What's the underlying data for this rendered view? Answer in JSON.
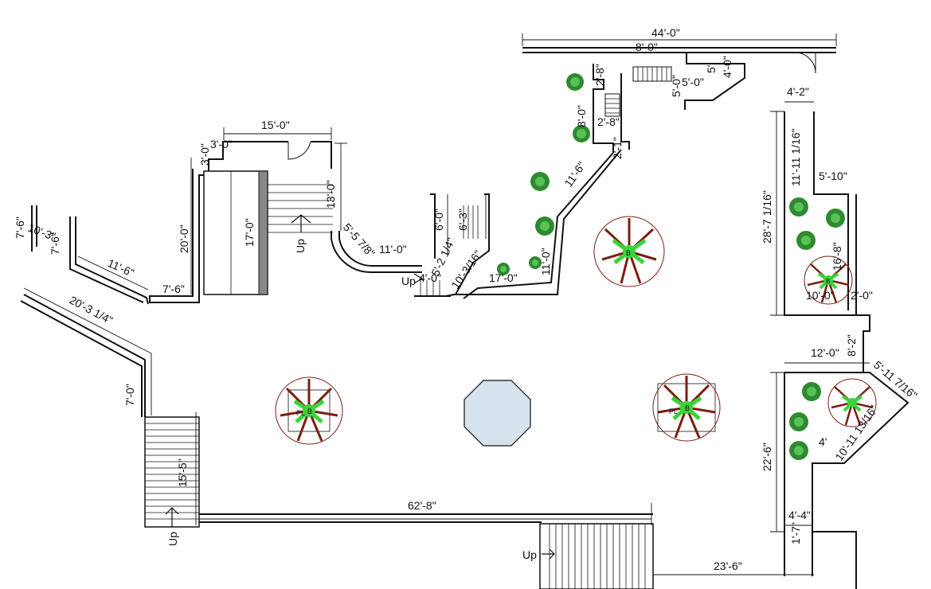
{
  "drawing": {
    "dimensions": {
      "d_44_0": "44'-0\"",
      "d_8_0": "8'-0\"",
      "d_4_0_top": "4'-0\"",
      "d_5_0_a": "5'-0\"",
      "d_5_0_b": "5'-0\"",
      "d_5_top": "5'",
      "d_2_8_a": "2'-8\"",
      "d_2_8_b": "2'-8\"",
      "d_8_0_v": "8'-0\"",
      "d_2_1": "2'-1\"",
      "d_11_6_diag": "11'-6\"",
      "d_4_2": "4'-2\"",
      "d_11_11_1_16": "11'-11 1/16\"",
      "d_5_10": "5'-10\"",
      "d_28_7_1_16": "28'-7 1/16\"",
      "d_16_8": "16'-8\"",
      "d_10_0_r": "10'-0\"",
      "d_2_0_r": "2'-0\"",
      "d_12_0": "12'-0\"",
      "d_8_2": "8'-2\"",
      "d_5_11_7_16": "5'-11 7/16\"",
      "d_10_11_13_16": "10'-11 13/16\"",
      "d_4_r": "4'",
      "d_22_6": "22'-6\"",
      "d_4_4": "4'-4\"",
      "d_1_7": "1'-7\"",
      "d_23_6": "23'-6\"",
      "d_62_8": "62'-8\"",
      "d_15_5": "15'-5\"",
      "d_7_0_low": "7'-0\"",
      "d_20_3_1_4": "20'-3 1/4\"",
      "d_11_6_left": "11'-6\"",
      "d_7_6_left": "7'-6\"",
      "d_7_6_a": "7'-6\"",
      "d_10_3": "10'-3\"",
      "d_7_6_b": "7'-6\"",
      "d_20_0": "20'-0\"",
      "d_17_0_stair": "17'-0\"",
      "d_15_0": "15'-0\"",
      "d_3_0": "3'-0\"",
      "d_3_0_b": "3'-0\"",
      "d_13_0": "13'-0\"",
      "d_5_5_7_8": "5'-5 7/8\"",
      "d_11_0": "11'-0\"",
      "d_6_0": "6'-0\"",
      "d_6_3": "6'-3\"",
      "d_5_2_1_4": "5'-2 1/4\"",
      "d_4_0_mid": "4'-0\"",
      "d_10_3_16": "10'-3/16\"",
      "d_17_0_mid": "17'-0\"",
      "d_11_0_v": "11'-0\""
    },
    "labels": {
      "up_main": "Up",
      "up_middle": "Up",
      "up_left": "Up",
      "up_bottom": "Up",
      "tree_tag": "B",
      "pl_1": "PL",
      "pl_2": "PL"
    }
  }
}
